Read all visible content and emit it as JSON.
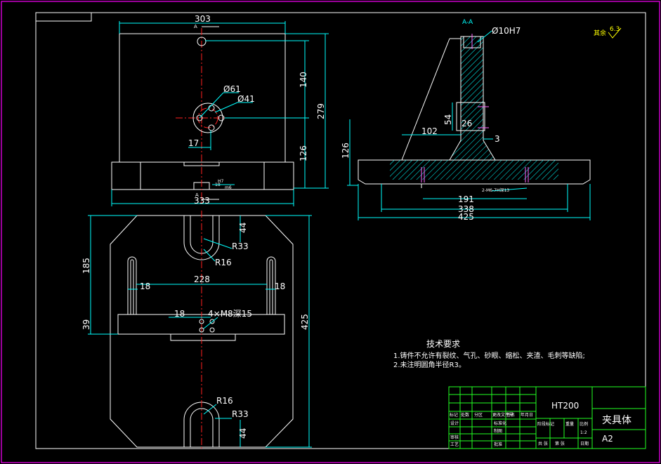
{
  "colors": {
    "background": "#000000",
    "outline": "#ffffff",
    "dimension": "#00ffff",
    "centerline": "#ff2020",
    "hatch": "#00ffff",
    "sheet_border": "#ff00ff",
    "title_block": "#22ff22",
    "symbol": "#ffff00"
  },
  "top_view": {
    "width_303": "303",
    "section_mark_a": "A",
    "dim_140": "140",
    "dim_279": "279",
    "dim_126": "126",
    "dia_61": "Ø61",
    "dia_41": "Ø41",
    "dim_17": "17",
    "fit_h7": "H7",
    "fit_18": "18",
    "fit_m6": "m6",
    "section_mark_a_bottom": "A",
    "width_333": "333"
  },
  "plan_view": {
    "dim_44_top": "44",
    "r33_top": "R33",
    "r16_top": "R16",
    "dim_185": "185",
    "dim_18_left": "18",
    "dim_228": "228",
    "dim_18_right": "18",
    "dim_18_slot": "18",
    "thread_note": "4×M8深15",
    "dim_39": "39",
    "dim_425": "425",
    "r16_bottom": "R16",
    "r33_bottom": "R33",
    "dim_44_bottom": "44"
  },
  "section_view": {
    "label": "A-A",
    "dia_10h7": "Ø10H7",
    "dim_54": "54",
    "dim_26": "26",
    "dim_102": "102",
    "dim_3": "3",
    "dim_126": "126",
    "hole_note": "2-M6-7H深13",
    "dim_191": "191",
    "dim_338": "338",
    "dim_425": "425"
  },
  "roughness": {
    "label": "其余",
    "value": "6.3"
  },
  "notes": {
    "heading": "技术要求",
    "line1": "1.铸件不允许有裂纹、气孔、砂眼、缩松、夹渣、毛刺等缺陷;",
    "line2": "2.未注明圆角半径R3。"
  },
  "title_block": {
    "material": "HT200",
    "part_name": "夹具体",
    "sheet_size": "A2",
    "row_mark": "标记",
    "row_count": "处数",
    "row_zone": "分区",
    "row_change_doc": "更改文件号",
    "row_signature": "签名",
    "row_date": "年月日",
    "row_design": "设计",
    "row_standard": "标准化",
    "row_stage": "阶段标记",
    "row_weight": "重量",
    "row_ratio": "比例",
    "ratio_value": "1:2",
    "row_drawn": "制图",
    "row_review": "审核",
    "row_process": "工艺",
    "row_approve": "批准",
    "row_total": "共 张",
    "row_sheet": "第 张",
    "row_date2": "日期"
  }
}
